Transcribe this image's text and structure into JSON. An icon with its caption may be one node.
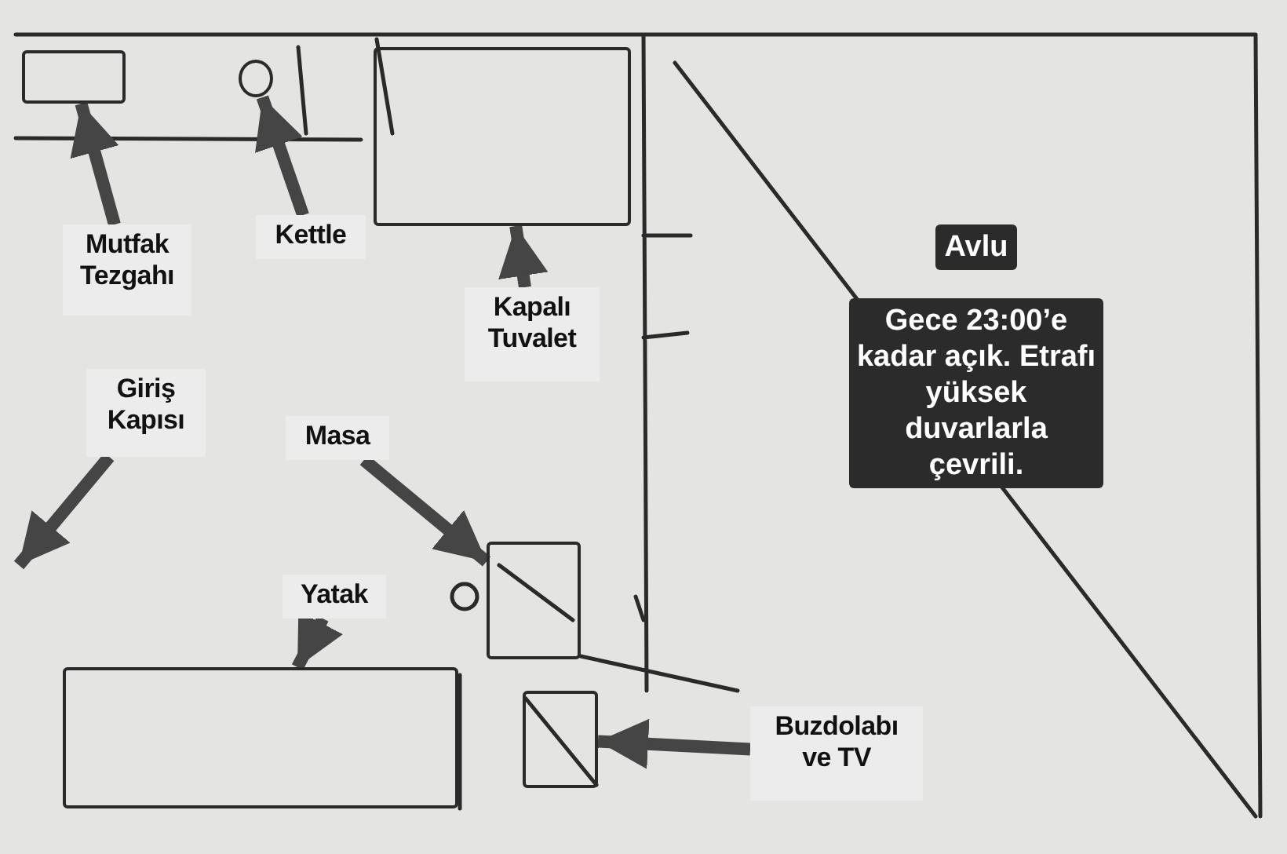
{
  "diagram": {
    "nodes": [
      {
        "text": [
          "Mutfak Tezgahı"
        ]
      },
      {
        "text": [
          "Kettle"
        ]
      },
      {
        "text": [
          "Kapalı Tuvalet"
        ]
      },
      {
        "text": [
          "Giriş Kapısı"
        ]
      },
      {
        "text": [
          "Masa"
        ]
      },
      {
        "text": [
          "Yatak"
        ]
      },
      {
        "text": [
          "Buzdolabı ve TV"
        ]
      },
      {
        "text": [],
        "shape": "box"
      },
      {
        "text": [],
        "shape": "circle"
      },
      {
        "text": [],
        "shape": "box"
      },
      {
        "text": [],
        "shape": "box"
      },
      {
        "text": [],
        "shape": "box"
      },
      {
        "text": [],
        "shape": "box"
      }
    ],
    "edges": [
      {
        "from": 0,
        "to": 7,
        "arrow": "to"
      },
      {
        "from": 1,
        "to": 8,
        "arrow": "to"
      },
      {
        "from": 2,
        "to": 9,
        "arrow": "to"
      },
      {
        "from": 3,
        "to": null,
        "arrow": "to"
      },
      {
        "from": 4,
        "to": 10,
        "arrow": "to"
      },
      {
        "from": 5,
        "to": 11,
        "arrow": "to"
      },
      {
        "from": 6,
        "to": 12,
        "arrow": "to"
      }
    ],
    "labels": [
      "Avlu",
      "Gece 23:00’e kadar açık. Etrafı yüksek duvarlarla çevrili."
    ]
  }
}
